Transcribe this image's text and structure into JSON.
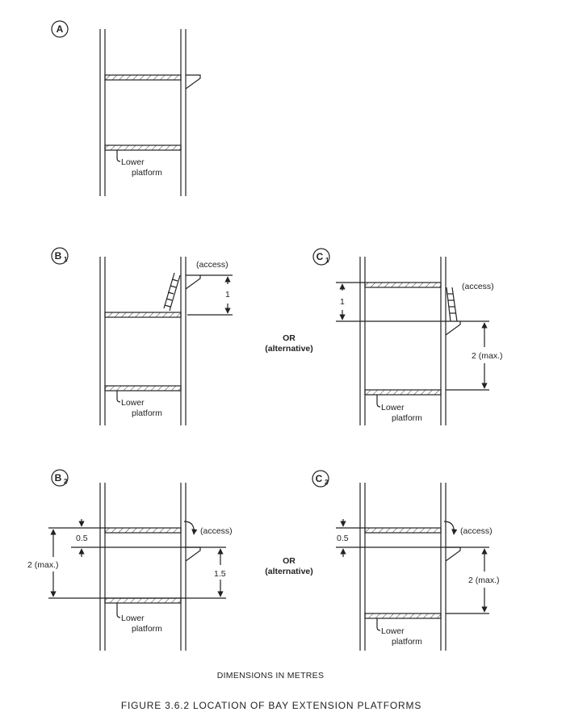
{
  "panels": {
    "A": {
      "letter": "A",
      "sub": ""
    },
    "B1": {
      "letter": "B",
      "sub": "1"
    },
    "C1": {
      "letter": "C",
      "sub": "1"
    },
    "B2": {
      "letter": "B",
      "sub": "2"
    },
    "C2": {
      "letter": "C",
      "sub": "2"
    }
  },
  "labels": {
    "lower": "Lower",
    "platform": "platform",
    "access": "(access)",
    "or": "OR",
    "alternative": "(alternative)",
    "dim_1": "1",
    "dim_05": "0.5",
    "dim_15": "1.5",
    "dim_2max": "2 (max.)"
  },
  "footer": {
    "dimensions_note": "DIMENSIONS IN METRES",
    "caption": "FIGURE  3.6.2  LOCATION OF BAY EXTENSION PLATFORMS"
  }
}
